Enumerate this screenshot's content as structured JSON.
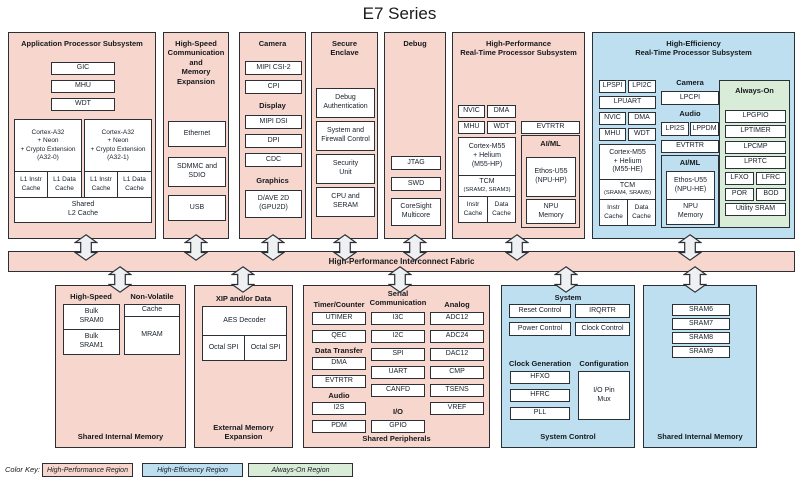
{
  "title": "E7 Series",
  "fabric": {
    "label": "High-Performance Interconnect Fabric"
  },
  "aps": {
    "title": "Application Processor Subsystem",
    "gic": "GIC",
    "mhu": "MHU",
    "wdt": "WDT",
    "core0": "Cortex-A32\n+ Neon\n+ Crypto Extension\n(A32-0)",
    "core1": "Cortex-A32\n+ Neon\n+ Crypto Extension\n(A32-1)",
    "l1_instr": "L1 Instr\nCache",
    "l1_data": "L1 Data\nCache",
    "l2": "Shared\nL2 Cache"
  },
  "hscme": {
    "title": "High-Speed\nCommunication and\nMemory Expansion",
    "ethernet": "Ethernet",
    "sdmmc": "SDMMC and\nSDIO",
    "usb": "USB"
  },
  "camera_block": {
    "title": "Camera",
    "mipi_csi2": "MIPI CSI-2",
    "cpi": "CPI",
    "display_header": "Display",
    "mipi_dsi": "MIPI DSI",
    "dpi": "DPI",
    "cdc": "CDC",
    "graphics_header": "Graphics",
    "gpu": "D/AVE 2D\n(GPU2D)"
  },
  "secure_enclave": {
    "title": "Secure\nEnclave",
    "debug_auth": "Debug\nAuthentication",
    "firewall": "System and\nFirewall Control",
    "security_unit": "Security\nUnit",
    "cpu_seram": "CPU and\nSERAM"
  },
  "debug": {
    "title": "Debug",
    "jtag": "JTAG",
    "swd": "SWD",
    "coresight": "CoreSight\nMulticore"
  },
  "hp_rt": {
    "title": "High-Performance\nReal-Time Processor Subsystem",
    "nvic": "NVIC",
    "dma": "DMA",
    "mhu": "MHU",
    "wdt": "WDT",
    "core": "Cortex-M55\n+ Helium\n(M55-HP)",
    "tcm": "TCM",
    "tcm_sub": "(SRAM2, SRAM3)",
    "instr_cache": "Instr\nCache",
    "data_cache": "Data\nCache",
    "evtrtr": "EVTRTR",
    "aiml_header": "AI/ML",
    "npu": "Ethos-U55\n(NPU-HP)",
    "npu_memory": "NPU\nMemory"
  },
  "he_rt": {
    "title": "High-Efficiency\nReal-Time Processor Subsystem",
    "lpspi": "LPSPI",
    "lpi2c": "LPI2C",
    "lpuart": "LPUART",
    "nvic": "NVIC",
    "dma": "DMA",
    "mhu": "MHU",
    "wdt": "WDT",
    "core": "Cortex-M55\n+ Helium\n(M55-HE)",
    "tcm": "TCM",
    "tcm_sub": "(SRAM4, SRAM5)",
    "instr_cache": "Instr\nCache",
    "data_cache": "Data\nCache",
    "camera_header": "Camera",
    "lpcpi": "LPCPI",
    "audio_header": "Audio",
    "lpi2s": "LPI2S",
    "lppdm": "LPPDM",
    "evtrtr": "EVTRTR",
    "aiml_header": "AI/ML",
    "npu": "Ethos-U55\n(NPU-HE)",
    "npu_memory": "NPU\nMemory",
    "always_on": {
      "title": "Always-On",
      "lpgpio": "LPGPIO",
      "lptimer": "LPTIMER",
      "lpcmp": "LPCMP",
      "lprtc": "LPRTC",
      "lfxo": "LFXO",
      "lfrc": "LFRC",
      "por": "POR",
      "bod": "BOD",
      "utility_sram": "Utility SRAM"
    }
  },
  "sim_left": {
    "high_speed_header": "High-Speed",
    "non_volatile_header": "Non-Volatile",
    "sram0": "Bulk\nSRAM0",
    "sram1": "Bulk\nSRAM1",
    "cache": "Cache",
    "mram": "MRAM",
    "label": "Shared Internal Memory"
  },
  "eme": {
    "header": "XIP and/or Data",
    "aes": "AES Decoder",
    "octal_spi_1": "Octal SPI",
    "octal_spi_2": "Octal SPI",
    "label": "External Memory\nExpansion"
  },
  "sp": {
    "timer_header": "Timer/Counter",
    "utimer": "UTIMER",
    "qec": "QEC",
    "data_transfer_header": "Data Transfer",
    "dma": "DMA",
    "evtrtr": "EVTRTR",
    "audio_header": "Audio",
    "i2s": "I2S",
    "pdm": "PDM",
    "serial_header": "Serial\nCommunication",
    "i3c": "I3C",
    "i2c": "I2C",
    "spi": "SPI",
    "uart": "UART",
    "canfd": "CANFD",
    "io_header": "I/O",
    "gpio": "GPIO",
    "analog_header": "Analog",
    "adc12": "ADC12",
    "adc24": "ADC24",
    "dac12": "DAC12",
    "cmp": "CMP",
    "tsens": "TSENS",
    "vref": "VREF",
    "label": "Shared Peripherals"
  },
  "sys_ctrl": {
    "system_header": "System",
    "reset": "Reset Control",
    "irqrtr": "IRQRTR",
    "power": "Power Control",
    "clock": "Clock Control",
    "clock_gen_header": "Clock Generation",
    "hfxo": "HFXO",
    "hfrc": "HFRC",
    "pll": "PLL",
    "config_header": "Configuration",
    "io_pin_mux": "I/O Pin\nMux",
    "label": "System Control"
  },
  "sim_right": {
    "sram6": "SRAM6",
    "sram7": "SRAM7",
    "sram8": "SRAM8",
    "sram9": "SRAM9",
    "label": "Shared Internal Memory"
  },
  "color_key": {
    "label": "Color Key:",
    "items": [
      {
        "label": "High-Performance Region",
        "color": "#f7d6cd"
      },
      {
        "label": "High-Efficiency Region",
        "color": "#bedff0"
      },
      {
        "label": "Always-On Region",
        "color": "#d8ecd8"
      }
    ]
  }
}
